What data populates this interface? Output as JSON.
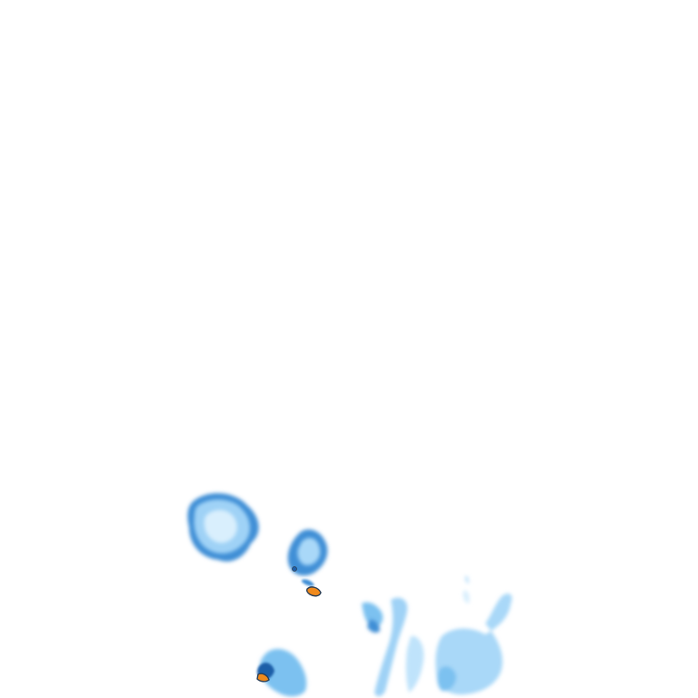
{
  "map": {
    "kind": "precipitation-radar-overlay",
    "background": "#ffffff",
    "palette": {
      "light_rain": "#bfe3fb",
      "moderate_rain": "#7cc1f0",
      "heavy_rain": "#3f8fd6",
      "very_heavy_rain": "#1f5fa8",
      "core_outline": "#2b3e55",
      "intense_core": "#f08a1c"
    },
    "cells": [
      {
        "name": "cell-west-ring",
        "intensity": "moderate"
      },
      {
        "name": "cell-center",
        "intensity": "heavy"
      },
      {
        "name": "cell-center-core",
        "intensity": "intense"
      },
      {
        "name": "cell-south-west",
        "intensity": "heavy"
      },
      {
        "name": "cell-south-west-core",
        "intensity": "intense"
      },
      {
        "name": "band-south-east",
        "intensity": "light"
      }
    ]
  }
}
